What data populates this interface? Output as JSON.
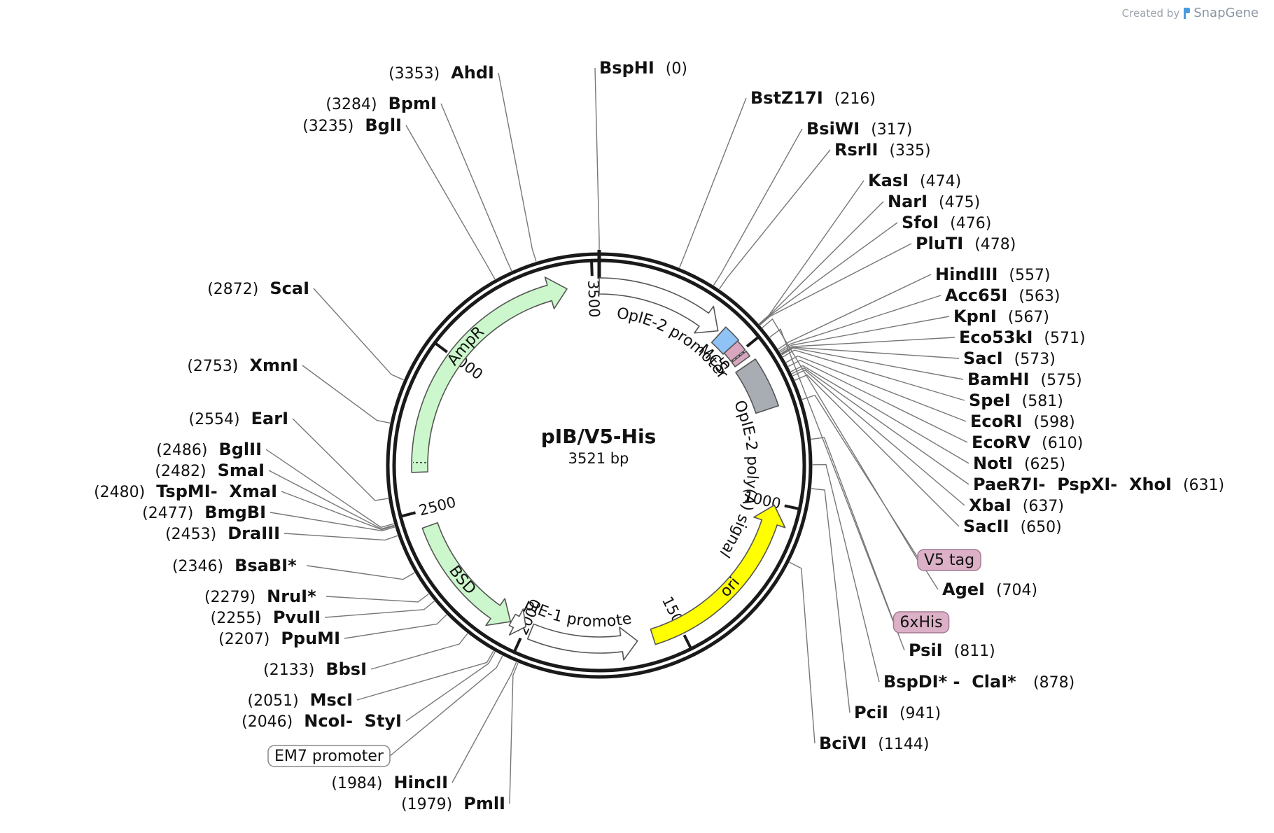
{
  "credit": {
    "prefix": "Created by",
    "brand": "SnapGene",
    "brand_color": "#4a9be0"
  },
  "plasmid": {
    "name": "pIB/V5-His",
    "size_label": "3521 bp",
    "length": 3521
  },
  "ticks": [
    {
      "pos": 500,
      "label": "500"
    },
    {
      "pos": 1000,
      "label": "1000"
    },
    {
      "pos": 1500,
      "label": "1500"
    },
    {
      "pos": 2000,
      "label": "2000"
    },
    {
      "pos": 2500,
      "label": "2500"
    },
    {
      "pos": 3000,
      "label": "3000"
    },
    {
      "pos": 3500,
      "label": "3500"
    }
  ],
  "features": [
    {
      "id": "opie2-promoter",
      "label": "OpIE-2 promoter",
      "start": 3521,
      "end": 405,
      "direction": "cw",
      "color": "#ffffff"
    },
    {
      "id": "mcs",
      "label": "MCS",
      "start": 415,
      "end": 470,
      "direction": "none",
      "color": "#8fc2f5"
    },
    {
      "id": "v5-tag",
      "label": "V5 tag",
      "start": 470,
      "end": 505,
      "direction": "none",
      "color": "#d9a6c0"
    },
    {
      "id": "6xhis",
      "label": "6xHis",
      "start": 510,
      "end": 528,
      "direction": "none",
      "color": "#d9a6c0"
    },
    {
      "id": "polya-signal",
      "label": "OpIE-2 poly(A) signal",
      "start": 545,
      "end": 700,
      "direction": "none",
      "color": "#a7adb3"
    },
    {
      "id": "ori",
      "label": "ori",
      "start": 1005,
      "end": 1590,
      "direction": "ccw",
      "color": "#ffff00"
    },
    {
      "id": "opie1-promoter",
      "label": "OpIE-1 promoter",
      "start": 1640,
      "end": 1980,
      "direction": "ccw",
      "color": "#ffffff"
    },
    {
      "id": "em7-arrow",
      "label": "",
      "start": 2000,
      "end": 2048,
      "direction": "ccw",
      "color": "#ffffff"
    },
    {
      "id": "bsd",
      "label": "BSD",
      "start": 2050,
      "end": 2450,
      "direction": "ccw",
      "color": "#ccf7cc"
    },
    {
      "id": "ampr",
      "label": "AmpR",
      "start": 2620,
      "end": 3420,
      "direction": "cw",
      "color": "#ccf7cc"
    }
  ],
  "sites": [
    {
      "id": "bsphi",
      "side": "right",
      "segments": [
        {
          "name": "BspHI"
        }
      ],
      "pos_label": "(0)",
      "pos": 0
    },
    {
      "id": "bstz17i",
      "side": "right",
      "segments": [
        {
          "name": "BstZ17I"
        }
      ],
      "pos_label": "(216)",
      "pos": 216
    },
    {
      "id": "bsiwi",
      "side": "right",
      "segments": [
        {
          "name": "BsiWI"
        }
      ],
      "pos_label": "(317)",
      "pos": 317
    },
    {
      "id": "rsrii",
      "side": "right",
      "segments": [
        {
          "name": "RsrII"
        }
      ],
      "pos_label": "(335)",
      "pos": 335
    },
    {
      "id": "kasi",
      "side": "right",
      "segments": [
        {
          "name": "KasI"
        }
      ],
      "pos_label": "(474)",
      "pos": 474
    },
    {
      "id": "nari",
      "side": "right",
      "segments": [
        {
          "name": "NarI"
        }
      ],
      "pos_label": "(475)",
      "pos": 475
    },
    {
      "id": "sfoi",
      "side": "right",
      "segments": [
        {
          "name": "SfoI"
        }
      ],
      "pos_label": "(476)",
      "pos": 476
    },
    {
      "id": "pluti",
      "side": "right",
      "segments": [
        {
          "name": "PluTI"
        }
      ],
      "pos_label": "(478)",
      "pos": 478
    },
    {
      "id": "hindiii",
      "side": "right",
      "segments": [
        {
          "name": "HindIII"
        }
      ],
      "pos_label": "(557)",
      "pos": 557
    },
    {
      "id": "acc65i",
      "side": "right",
      "segments": [
        {
          "name": "Acc65I"
        }
      ],
      "pos_label": "(563)",
      "pos": 563
    },
    {
      "id": "kpni",
      "side": "right",
      "segments": [
        {
          "name": "KpnI"
        }
      ],
      "pos_label": "(567)",
      "pos": 567
    },
    {
      "id": "eco53ki",
      "side": "right",
      "segments": [
        {
          "name": "Eco53kI"
        }
      ],
      "pos_label": "(571)",
      "pos": 571
    },
    {
      "id": "saci",
      "side": "right",
      "segments": [
        {
          "name": "SacI"
        }
      ],
      "pos_label": "(573)",
      "pos": 573
    },
    {
      "id": "bamhi",
      "side": "right",
      "segments": [
        {
          "name": "BamHI"
        }
      ],
      "pos_label": "(575)",
      "pos": 575
    },
    {
      "id": "spei",
      "side": "right",
      "segments": [
        {
          "name": "SpeI"
        }
      ],
      "pos_label": "(581)",
      "pos": 581
    },
    {
      "id": "ecori",
      "side": "right",
      "segments": [
        {
          "name": "EcoRI"
        }
      ],
      "pos_label": "(598)",
      "pos": 598
    },
    {
      "id": "ecorv",
      "side": "right",
      "segments": [
        {
          "name": "EcoRV"
        }
      ],
      "pos_label": "(610)",
      "pos": 610
    },
    {
      "id": "noti",
      "side": "right",
      "segments": [
        {
          "name": "NotI"
        }
      ],
      "pos_label": "(625)",
      "pos": 625
    },
    {
      "id": "paer7i",
      "side": "right",
      "segments": [
        {
          "name": "PaeR7I"
        },
        {
          "name": "PspXI"
        },
        {
          "name": "XhoI"
        }
      ],
      "pos_label": "(631)",
      "pos": 631
    },
    {
      "id": "xbai",
      "side": "right",
      "segments": [
        {
          "name": "XbaI"
        }
      ],
      "pos_label": "(637)",
      "pos": 637
    },
    {
      "id": "sacii",
      "side": "right",
      "segments": [
        {
          "name": "SacII"
        }
      ],
      "pos_label": "(650)",
      "pos": 650
    },
    {
      "id": "agei",
      "side": "right",
      "segments": [
        {
          "name": "AgeI"
        }
      ],
      "pos_label": "(704)",
      "pos": 704
    },
    {
      "id": "psii",
      "side": "right",
      "segments": [
        {
          "name": "PsiI"
        }
      ],
      "pos_label": "(811)",
      "pos": 811
    },
    {
      "id": "bspdi",
      "side": "right",
      "segments": [
        {
          "name": "BspDI",
          "methyl": true,
          "star": "*"
        },
        {
          "name": "ClaI",
          "methyl": true,
          "star": "*"
        }
      ],
      "pos_label": "(878)",
      "pos": 878
    },
    {
      "id": "pcii",
      "side": "right",
      "segments": [
        {
          "name": "PciI"
        }
      ],
      "pos_label": "(941)",
      "pos": 941
    },
    {
      "id": "bcivi",
      "side": "right",
      "segments": [
        {
          "name": "BciVI"
        }
      ],
      "pos_label": "(1144)",
      "pos": 1144
    },
    {
      "id": "pmli",
      "side": "left",
      "segments": [
        {
          "name": "PmlI"
        }
      ],
      "pos_label": "(1979)",
      "pos": 1979
    },
    {
      "id": "hincii",
      "side": "left",
      "segments": [
        {
          "name": "HincII"
        }
      ],
      "pos_label": "(1984)",
      "pos": 1984
    },
    {
      "id": "ncoi",
      "side": "left",
      "segments": [
        {
          "name": "NcoI"
        },
        {
          "name": "StyI"
        }
      ],
      "pos_label": "(2046)",
      "pos": 2046
    },
    {
      "id": "msci",
      "side": "left",
      "segments": [
        {
          "name": "MscI"
        }
      ],
      "pos_label": "(2051)",
      "pos": 2051
    },
    {
      "id": "bbsi",
      "side": "left",
      "segments": [
        {
          "name": "BbsI"
        }
      ],
      "pos_label": "(2133)",
      "pos": 2133
    },
    {
      "id": "ppumi",
      "side": "left",
      "segments": [
        {
          "name": "PpuMI"
        }
      ],
      "pos_label": "(2207)",
      "pos": 2207
    },
    {
      "id": "pvuii",
      "side": "left",
      "segments": [
        {
          "name": "PvuII"
        }
      ],
      "pos_label": "(2255)",
      "pos": 2255
    },
    {
      "id": "nrui",
      "side": "left",
      "segments": [
        {
          "name": "NruI",
          "methyl": true,
          "star": "*"
        }
      ],
      "pos_label": "(2279)",
      "pos": 2279
    },
    {
      "id": "bsabi",
      "side": "left",
      "segments": [
        {
          "name": "BsaBI",
          "methyl": true,
          "star": "*"
        }
      ],
      "pos_label": "(2346)",
      "pos": 2346
    },
    {
      "id": "draiii",
      "side": "left",
      "segments": [
        {
          "name": "DraIII"
        }
      ],
      "pos_label": "(2453)",
      "pos": 2453
    },
    {
      "id": "bmgbi",
      "side": "left",
      "segments": [
        {
          "name": "BmgBI"
        }
      ],
      "pos_label": "(2477)",
      "pos": 2477
    },
    {
      "id": "tspmi",
      "side": "left",
      "segments": [
        {
          "name": "TspMI"
        },
        {
          "name": "XmaI"
        }
      ],
      "pos_label": "(2480)",
      "pos": 2480
    },
    {
      "id": "smai",
      "side": "left",
      "segments": [
        {
          "name": "SmaI"
        }
      ],
      "pos_label": "(2482)",
      "pos": 2482
    },
    {
      "id": "bglii",
      "side": "left",
      "segments": [
        {
          "name": "BglII"
        }
      ],
      "pos_label": "(2486)",
      "pos": 2486
    },
    {
      "id": "eari",
      "side": "left",
      "segments": [
        {
          "name": "EarI"
        }
      ],
      "pos_label": "(2554)",
      "pos": 2554
    },
    {
      "id": "xmni",
      "side": "left",
      "segments": [
        {
          "name": "XmnI"
        }
      ],
      "pos_label": "(2753)",
      "pos": 2753
    },
    {
      "id": "scai",
      "side": "left",
      "segments": [
        {
          "name": "ScaI"
        }
      ],
      "pos_label": "(2872)",
      "pos": 2872
    },
    {
      "id": "bgli",
      "side": "left",
      "segments": [
        {
          "name": "BglI"
        }
      ],
      "pos_label": "(3235)",
      "pos": 3235
    },
    {
      "id": "bpmi",
      "side": "left",
      "segments": [
        {
          "name": "BpmI"
        }
      ],
      "pos_label": "(3284)",
      "pos": 3284
    },
    {
      "id": "ahdi",
      "side": "left",
      "segments": [
        {
          "name": "AhdI"
        }
      ],
      "pos_label": "(3353)",
      "pos": 3353
    }
  ],
  "feature_tags": [
    {
      "id": "v5tag-tag",
      "label": "V5 tag",
      "pos": 487,
      "style": "pink"
    },
    {
      "id": "6xhis-tag",
      "label": "6xHis",
      "pos": 519,
      "style": "pink"
    },
    {
      "id": "em7-tag",
      "label": "EM7 promoter",
      "pos": 2024,
      "style": "outline"
    }
  ],
  "colors": {
    "methylation_gray": "#888888",
    "line_gray": "#777777",
    "pink_tag": "#dcb0c6"
  }
}
